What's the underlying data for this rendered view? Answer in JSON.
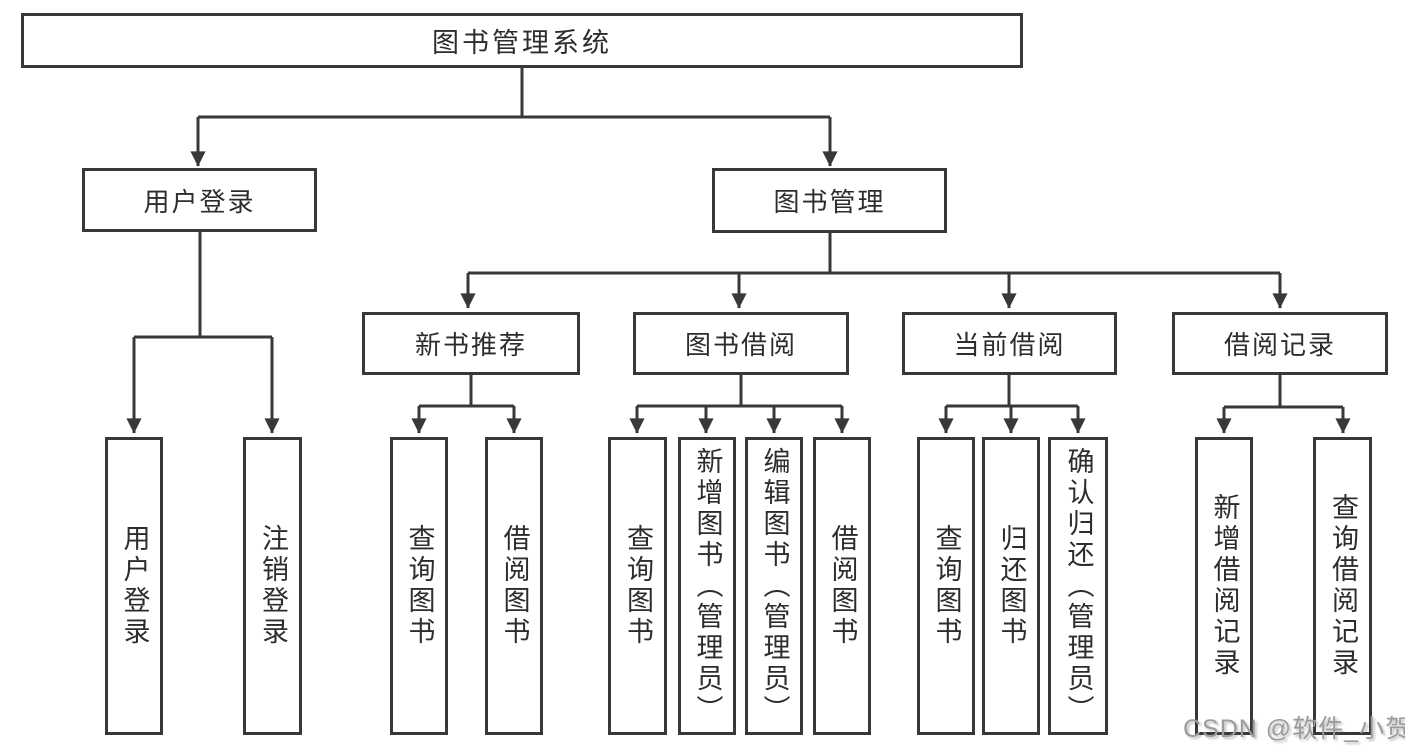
{
  "root": {
    "label": "图书管理系统"
  },
  "level2": [
    {
      "id": "user-login",
      "label": "用户登录"
    },
    {
      "id": "book-management",
      "label": "图书管理"
    }
  ],
  "level3": [
    {
      "id": "new-book-recommendation",
      "label": "新书推荐",
      "parent": "图书管理"
    },
    {
      "id": "book-borrowing",
      "label": "图书借阅",
      "parent": "图书管理"
    },
    {
      "id": "current-borrowing",
      "label": "当前借阅",
      "parent": "图书管理"
    },
    {
      "id": "borrowing-records",
      "label": "借阅记录",
      "parent": "图书管理"
    }
  ],
  "level4": [
    {
      "label": "用户登录",
      "parent": "用户登录"
    },
    {
      "label": "注销登录",
      "parent": "用户登录"
    },
    {
      "label": "查询图书",
      "parent": "新书推荐"
    },
    {
      "label": "借阅图书",
      "parent": "新书推荐"
    },
    {
      "label": "查询图书",
      "parent": "图书借阅"
    },
    {
      "label": "新增图书（管理员）",
      "parent": "图书借阅"
    },
    {
      "label": "编辑图书（管理员）",
      "parent": "图书借阅"
    },
    {
      "label": "借阅图书",
      "parent": "图书借阅"
    },
    {
      "label": "查询图书",
      "parent": "当前借阅"
    },
    {
      "label": "归还图书",
      "parent": "当前借阅"
    },
    {
      "label": "确认归还（管理员）",
      "parent": "当前借阅"
    },
    {
      "label": "新增借阅记录",
      "parent": "借阅记录"
    },
    {
      "label": "查询借阅记录",
      "parent": "借阅记录"
    }
  ],
  "watermark": {
    "text": "CSDN @软件_小贺同学",
    "color": "#9c9c9c"
  },
  "colors": {
    "line": "#38383b",
    "text": "#2d2d30",
    "background": "#ffffff"
  }
}
